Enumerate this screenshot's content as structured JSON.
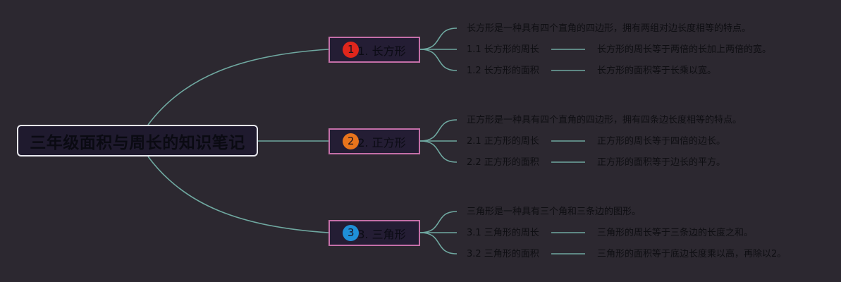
{
  "root": {
    "title": "三年级面积与周长的知识笔记"
  },
  "colors": {
    "background": "#2c2830",
    "connector": "#6fa8a0",
    "topic_border": "#c46fa8",
    "badge_red": "#e0261c",
    "badge_orange": "#e8741c",
    "badge_blue": "#1f8fd8"
  },
  "topics": [
    {
      "badge": "1",
      "badge_color": "#e0261c",
      "label": "1. 长方形",
      "definition": "长方形是一种具有四个直角的四边形，拥有两组对边长度相等的特点。",
      "subs": [
        {
          "label": "1.1 长方形的周长",
          "value": "长方形的周长等于两倍的长加上两倍的宽。"
        },
        {
          "label": "1.2 长方形的面积",
          "value": "长方形的面积等于长乘以宽。"
        }
      ]
    },
    {
      "badge": "2",
      "badge_color": "#e8741c",
      "label": "2. 正方形",
      "definition": "正方形是一种具有四个直角的四边形，拥有四条边长度相等的特点。",
      "subs": [
        {
          "label": "2.1 正方形的周长",
          "value": "正方形的周长等于四倍的边长。"
        },
        {
          "label": "2.2 正方形的面积",
          "value": "正方形的面积等于边长的平方。"
        }
      ]
    },
    {
      "badge": "3",
      "badge_color": "#1f8fd8",
      "label": "3. 三角形",
      "definition": "三角形是一种具有三个角和三条边的图形。",
      "subs": [
        {
          "label": "3.1 三角形的周长",
          "value": "三角形的周长等于三条边的长度之和。"
        },
        {
          "label": "3.2 三角形的面积",
          "value": "三角形的面积等于底边长度乘以高，再除以2。"
        }
      ]
    }
  ]
}
